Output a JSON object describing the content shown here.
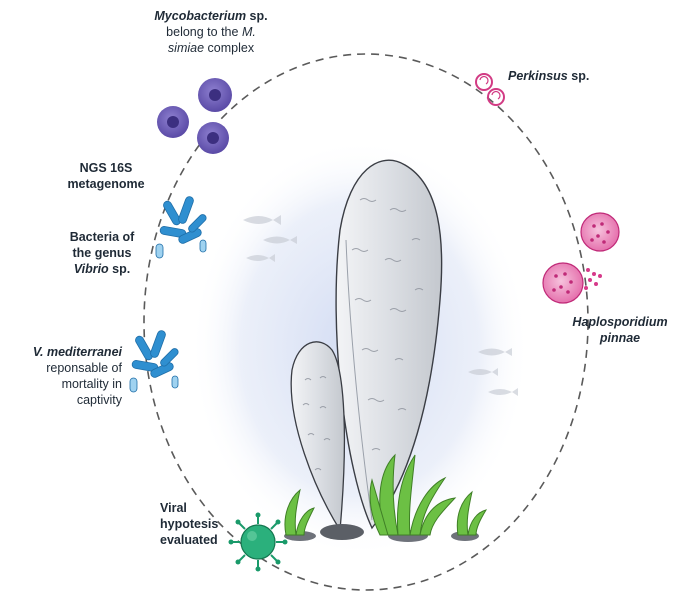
{
  "labels": {
    "mycobacterium": {
      "genus": "Mycobacterium",
      "genus_suffix": " sp.",
      "line2": "belong to the ",
      "line2_italic": "M.",
      "line3_italic": "simiae",
      "line3": " complex"
    },
    "perkinsus": {
      "genus": "Perkinsus",
      "suffix": " sp."
    },
    "ngs": {
      "line1": "NGS 16S",
      "line2": "metagenome"
    },
    "vibrio": {
      "line1": "Bacteria of",
      "line2": "the genus",
      "genus": "Vibrio",
      "suffix": " sp."
    },
    "haplosporidium": {
      "line1": "Haplosporidium",
      "line2": "pinnae"
    },
    "mediterranei": {
      "name": "V. mediterranei",
      "line2": "reponsable of",
      "line3": "mortality in",
      "line4": "captivity"
    },
    "viral": {
      "line1": "Viral",
      "line2": "hypotesis",
      "line3": "evaluated"
    }
  },
  "colors": {
    "mycobacterium": "#6b5bb5",
    "perkinsus": "#d23b84",
    "vibrio": "#2f8fd0",
    "haplosporidium": "#d63a8a",
    "virus": "#1a9a6a",
    "seagrass": "#5fb33b",
    "ring": "#555555",
    "glow": "#d9e2f5"
  },
  "icons": [
    "mycobacterium-cell-icon",
    "perkinsus-cell-icon",
    "vibrio-bacteria-icon",
    "haplosporidium-cell-icon",
    "virus-icon",
    "fish-icon",
    "pinna-shell-icon",
    "seagrass-icon"
  ]
}
